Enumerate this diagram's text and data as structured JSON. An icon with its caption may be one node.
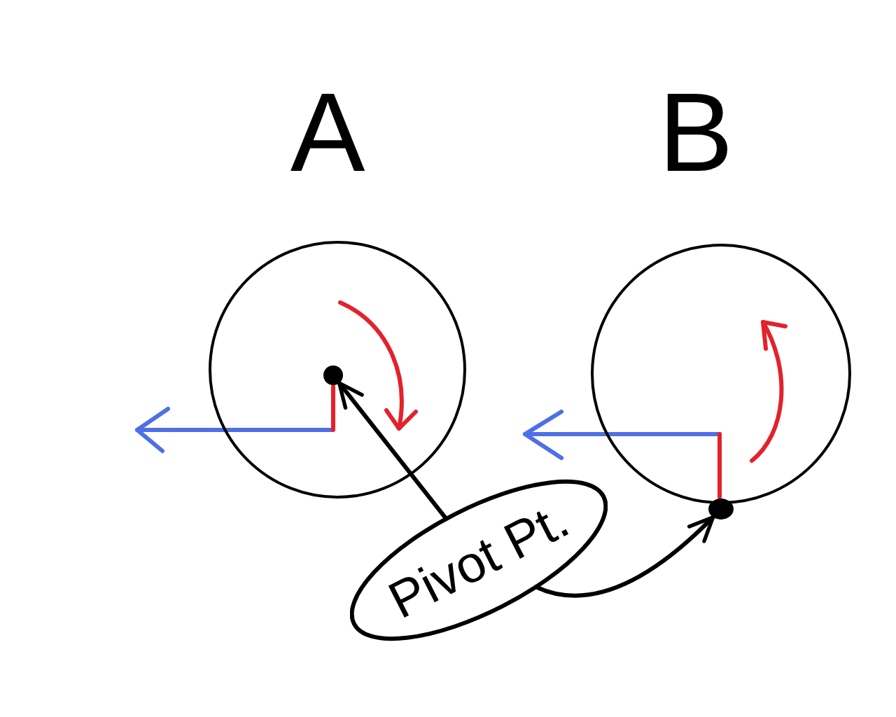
{
  "diagram": {
    "nodes": [
      {
        "text": [
          "A"
        ]
      },
      {
        "text": [
          "B"
        ]
      },
      {
        "text": [],
        "shape": "circle",
        "in": 0
      },
      {
        "text": [],
        "shape": "circle"
      },
      {
        "text": [
          "Pivot Pt."
        ]
      }
    ],
    "edges": [
      {
        "from": 4,
        "to": 2,
        "arrow": "to"
      },
      {
        "from": 4,
        "to": 3,
        "arrow": "to"
      }
    ]
  }
}
